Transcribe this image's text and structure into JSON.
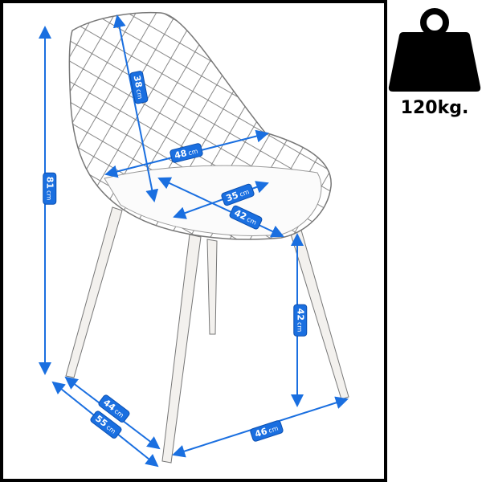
{
  "weight": {
    "icon": "weight-icon",
    "label": "120kg."
  },
  "dimensions": [
    {
      "id": "height",
      "value": "81",
      "unit": "cm"
    },
    {
      "id": "backrest",
      "value": "38",
      "unit": "cm"
    },
    {
      "id": "width",
      "value": "48",
      "unit": "cm"
    },
    {
      "id": "seat-width",
      "value": "35",
      "unit": "cm"
    },
    {
      "id": "seat-depth",
      "value": "42",
      "unit": "cm"
    },
    {
      "id": "seat-height",
      "value": "42",
      "unit": "cm"
    },
    {
      "id": "leg-depth-inner",
      "value": "44",
      "unit": "cm"
    },
    {
      "id": "leg-depth-outer",
      "value": "55",
      "unit": "cm"
    },
    {
      "id": "leg-width",
      "value": "46",
      "unit": "cm"
    }
  ],
  "colors": {
    "dimension": "#1a6fe0",
    "frame": "#000000"
  }
}
